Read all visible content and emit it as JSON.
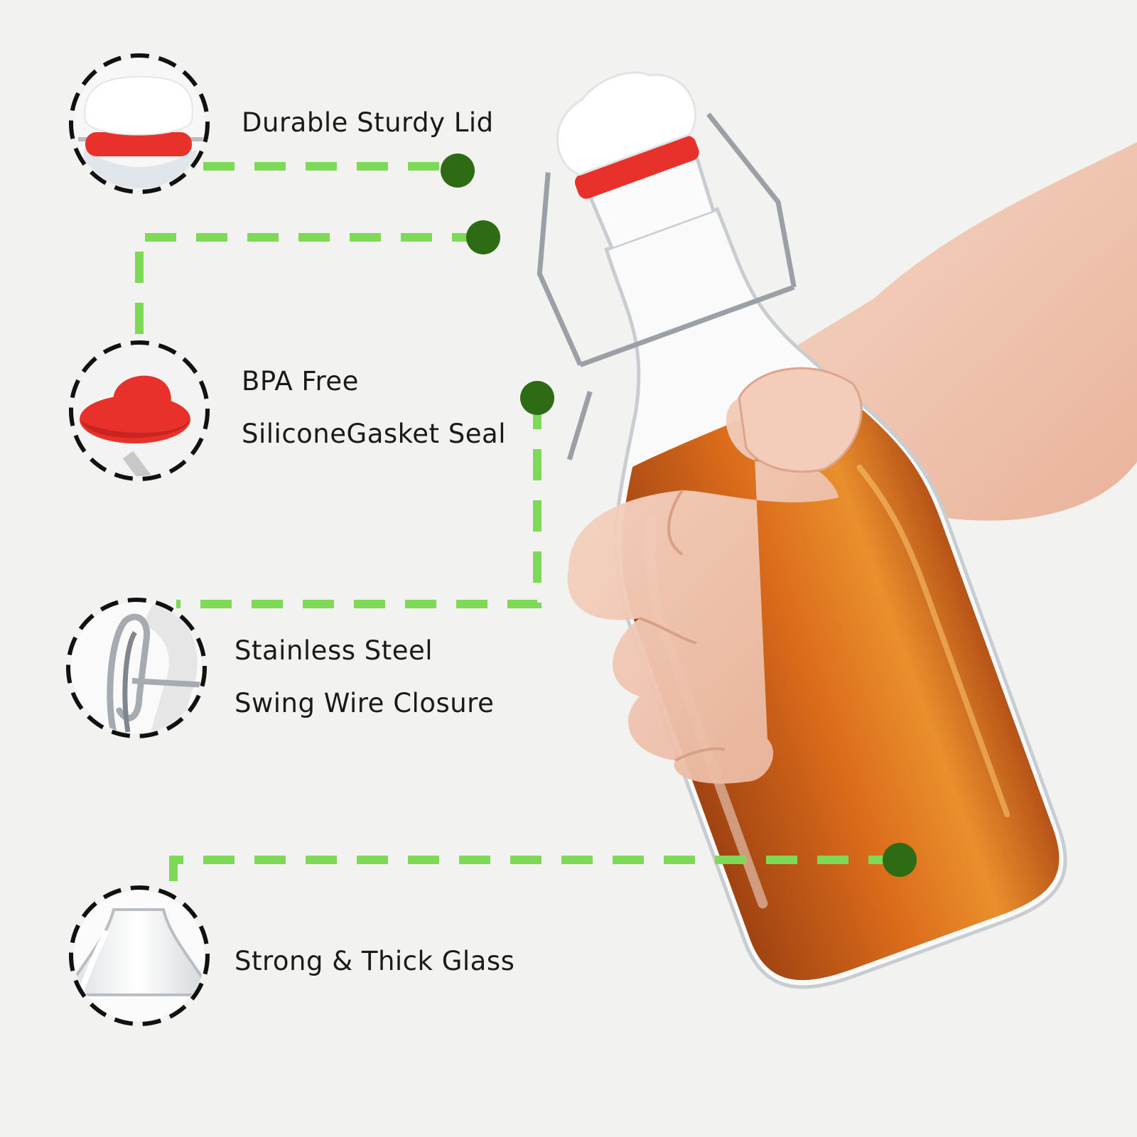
{
  "features": [
    {
      "icon": "lid-icon",
      "lines": [
        "Durable Sturdy Lid"
      ]
    },
    {
      "icon": "gasket-icon",
      "lines": [
        "BPA Free",
        "SiliconeGasket Seal"
      ]
    },
    {
      "icon": "swing-wire-icon",
      "lines": [
        "Stainless Steel",
        "Swing Wire Closure"
      ]
    },
    {
      "icon": "glass-icon",
      "lines": [
        "Strong & Thick Glass"
      ]
    }
  ],
  "colors": {
    "background": "#f2f2f0",
    "callout_line": "#7ed957",
    "callout_dot": "#2d6b14",
    "liquid": "#c4560f",
    "gasket": "#e8312a",
    "text": "#1a1a1a"
  }
}
